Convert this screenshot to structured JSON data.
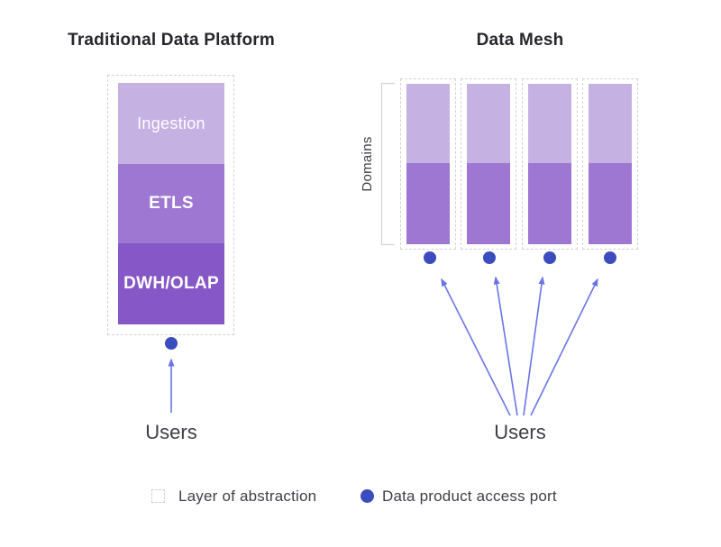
{
  "left_panel": {
    "title": "Traditional Data Platform",
    "layers": [
      {
        "label": "Ingestion"
      },
      {
        "label": "ETLS"
      },
      {
        "label": "DWH/OLAP"
      }
    ],
    "users_label": "Users"
  },
  "right_panel": {
    "title": "Data Mesh",
    "domains_label": "Domains",
    "domain_count": 4,
    "users_label": "Users"
  },
  "legend": {
    "abstraction_label": "Layer of abstraction",
    "port_label": "Data product access port"
  },
  "icons": {
    "access_port": "circle-dot-icon",
    "abstraction": "dashed-square-icon",
    "arrows": "up-arrow-icon"
  },
  "colors": {
    "light_purple": "#c5b1e2",
    "medium_purple": "#9d77d2",
    "dark_purple": "#8657c6",
    "port_blue": "#3b4cbe",
    "arrow_blue": "#6975e6",
    "dash_gray": "#d2d2d2",
    "title_text": "#26262c",
    "body_text": "#3f3f46",
    "layer_text": "#ffffff"
  }
}
